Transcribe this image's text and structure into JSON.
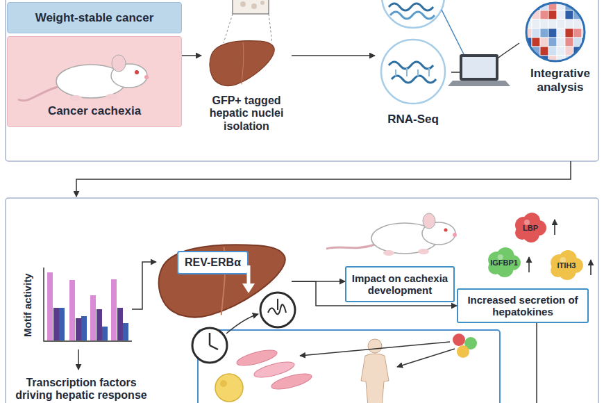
{
  "diagram": {
    "nodes": [
      {
        "text": [
          "Weight-stable cancer"
        ]
      },
      {
        "text": [
          "Cancer cachexia"
        ]
      },
      {
        "text": [
          "GFP+ tagged hepatic nuclei isolation"
        ]
      },
      {
        "text": [
          "RNA-Seq"
        ]
      },
      {
        "text": [
          "Integrative analysis"
        ]
      },
      {
        "text": [
          "Motif activity"
        ]
      },
      {
        "text": [
          "REV-ERBα"
        ]
      },
      {
        "text": [
          "Impact on cachexia development"
        ]
      },
      {
        "text": [
          "Increased secretion of hepatokines"
        ]
      },
      {
        "text": [
          "LBP"
        ]
      },
      {
        "text": [
          "IGFBP1"
        ]
      },
      {
        "text": [
          "ITIH3"
        ]
      }
    ],
    "edges": [
      {
        "from": 1,
        "to": 2,
        "arrow": "to"
      },
      {
        "from": 2,
        "to": 3,
        "arrow": "to"
      },
      {
        "from": 3,
        "to": 4,
        "arrow": "none"
      },
      {
        "from": 5,
        "to": 6,
        "arrow": "to"
      },
      {
        "from": 6,
        "to": 7,
        "arrow": "to"
      },
      {
        "from": 6,
        "to": 8,
        "arrow": "to"
      }
    ],
    "labels": [
      "Transcription factors driving hepatic response"
    ]
  }
}
